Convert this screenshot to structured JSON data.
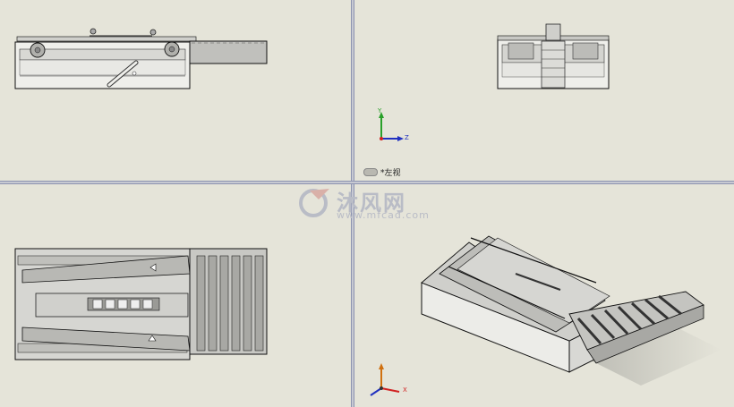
{
  "viewports": {
    "front": {
      "name": "front-view"
    },
    "left": {
      "name": "left-view",
      "label": "*左视"
    },
    "top": {
      "name": "top-view"
    },
    "iso": {
      "name": "isometric-view"
    }
  },
  "triad": {
    "x": "X",
    "y": "Y",
    "z": "Z"
  },
  "watermark": {
    "title": "沐风网",
    "url": "www.mfcad.com"
  },
  "colors": {
    "background": "#e5e4d9",
    "part_fill": "#c8c8c4",
    "part_edge": "#1a1a1a",
    "axis_x": "#d02020",
    "axis_y": "#2aa02a",
    "axis_z": "#2030c0",
    "splitter": "#c7c9d2"
  }
}
